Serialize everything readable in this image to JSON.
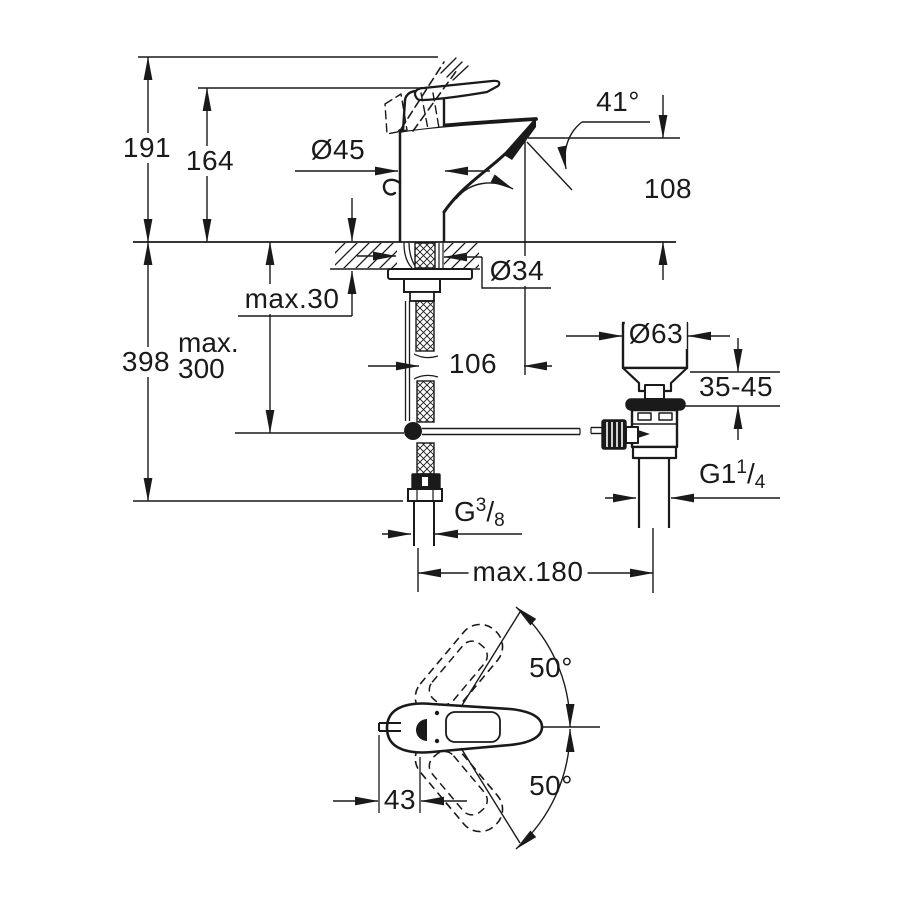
{
  "diagram": {
    "line_color": "#1a1a1a",
    "bg_color": "#ffffff"
  },
  "labels": {
    "d191": "191",
    "d164": "164",
    "o45": "Ø45",
    "a41": "41°",
    "d108": "108",
    "max30": "max.30",
    "o34": "Ø34",
    "d398": "398",
    "max300_line1": "max.",
    "max300_line2": "300",
    "d106": "106",
    "o63": "Ø63",
    "d3545": "35-45",
    "g114": {
      "base": "G1",
      "sup": "1",
      "slash": "/",
      "sub": "4"
    },
    "g38": {
      "base": "G",
      "sup": "3",
      "slash": "/",
      "sub": "8"
    },
    "max180": "max.180",
    "d43": "43",
    "swing_top": "50°",
    "swing_bottom": "50°"
  }
}
